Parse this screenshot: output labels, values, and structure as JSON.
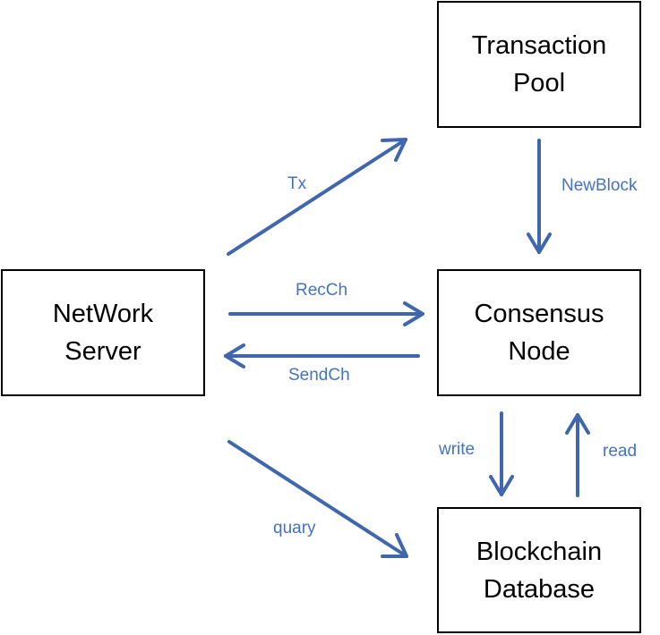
{
  "colors": {
    "arrow": "#4066ad",
    "label": "#4472c4",
    "box_border": "#000000",
    "box_text": "#000000"
  },
  "nodes": {
    "transaction_pool": {
      "line1": "Transaction",
      "line2": "Pool"
    },
    "network_server": {
      "line1": "NetWork",
      "line2": "Server"
    },
    "consensus_node": {
      "line1": "Consensus",
      "line2": "Node"
    },
    "blockchain_database": {
      "line1": "Blockchain",
      "line2": "Database"
    }
  },
  "edges": {
    "tx": "Tx",
    "new_block": "NewBlock",
    "rec_ch": "RecCh",
    "send_ch": "SendCh",
    "write": "write",
    "read": "read",
    "quary": "quary"
  }
}
